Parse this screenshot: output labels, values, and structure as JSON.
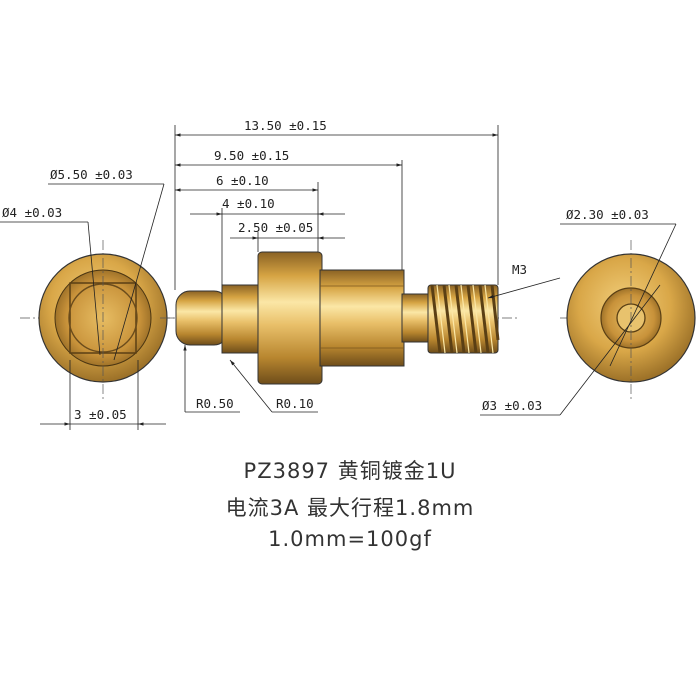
{
  "colors": {
    "brass_light": "#f4d27a",
    "brass_mid": "#d6a443",
    "brass_dark": "#8a6224",
    "line": "#222222",
    "background": "#ffffff"
  },
  "dimensions": {
    "overall_length": "13.50 ±0.15",
    "body_length": "9.50 ±0.15",
    "collar_to_end": "6 ±0.10",
    "flange_offset": "4 ±0.10",
    "flange_width": "2.50 ±0.05",
    "left_outer_dia": "Ø5.50 ±0.03",
    "left_inner_dia": "Ø4 ±0.03",
    "right_outer_dia": "Ø2.30 ±0.03",
    "right_inner_dia": "Ø3 ±0.03",
    "hex_flat": "3 ±0.05",
    "thread": "M3",
    "tip_radius": "R0.50",
    "shoulder_radius": "R0.10"
  },
  "caption": {
    "line1": "PZ3897  黄铜镀金1U",
    "line2": "电流3A  最大行程1.8mm",
    "line3": "1.0mm=100gf"
  }
}
